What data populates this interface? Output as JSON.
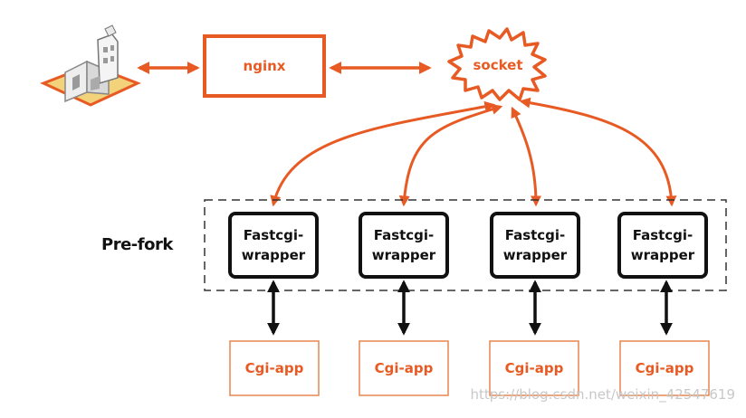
{
  "diagram": {
    "colors": {
      "accent": "#e85a23",
      "ink": "#111111"
    },
    "client": {
      "icon": "browser-building-icon"
    },
    "nginx": {
      "label": "nginx"
    },
    "socket": {
      "label": "socket"
    },
    "group": {
      "label": "Pre-fork"
    },
    "workers": [
      {
        "line1": "Fastcgi-",
        "line2": "wrapper"
      },
      {
        "line1": "Fastcgi-",
        "line2": "wrapper"
      },
      {
        "line1": "Fastcgi-",
        "line2": "wrapper"
      },
      {
        "line1": "Fastcgi-",
        "line2": "wrapper"
      }
    ],
    "apps": [
      {
        "label": "Cgi-app"
      },
      {
        "label": "Cgi-app"
      },
      {
        "label": "Cgi-app"
      },
      {
        "label": "Cgi-app"
      }
    ],
    "watermark": "https://blog.csdn.net/weixin_42547619"
  }
}
